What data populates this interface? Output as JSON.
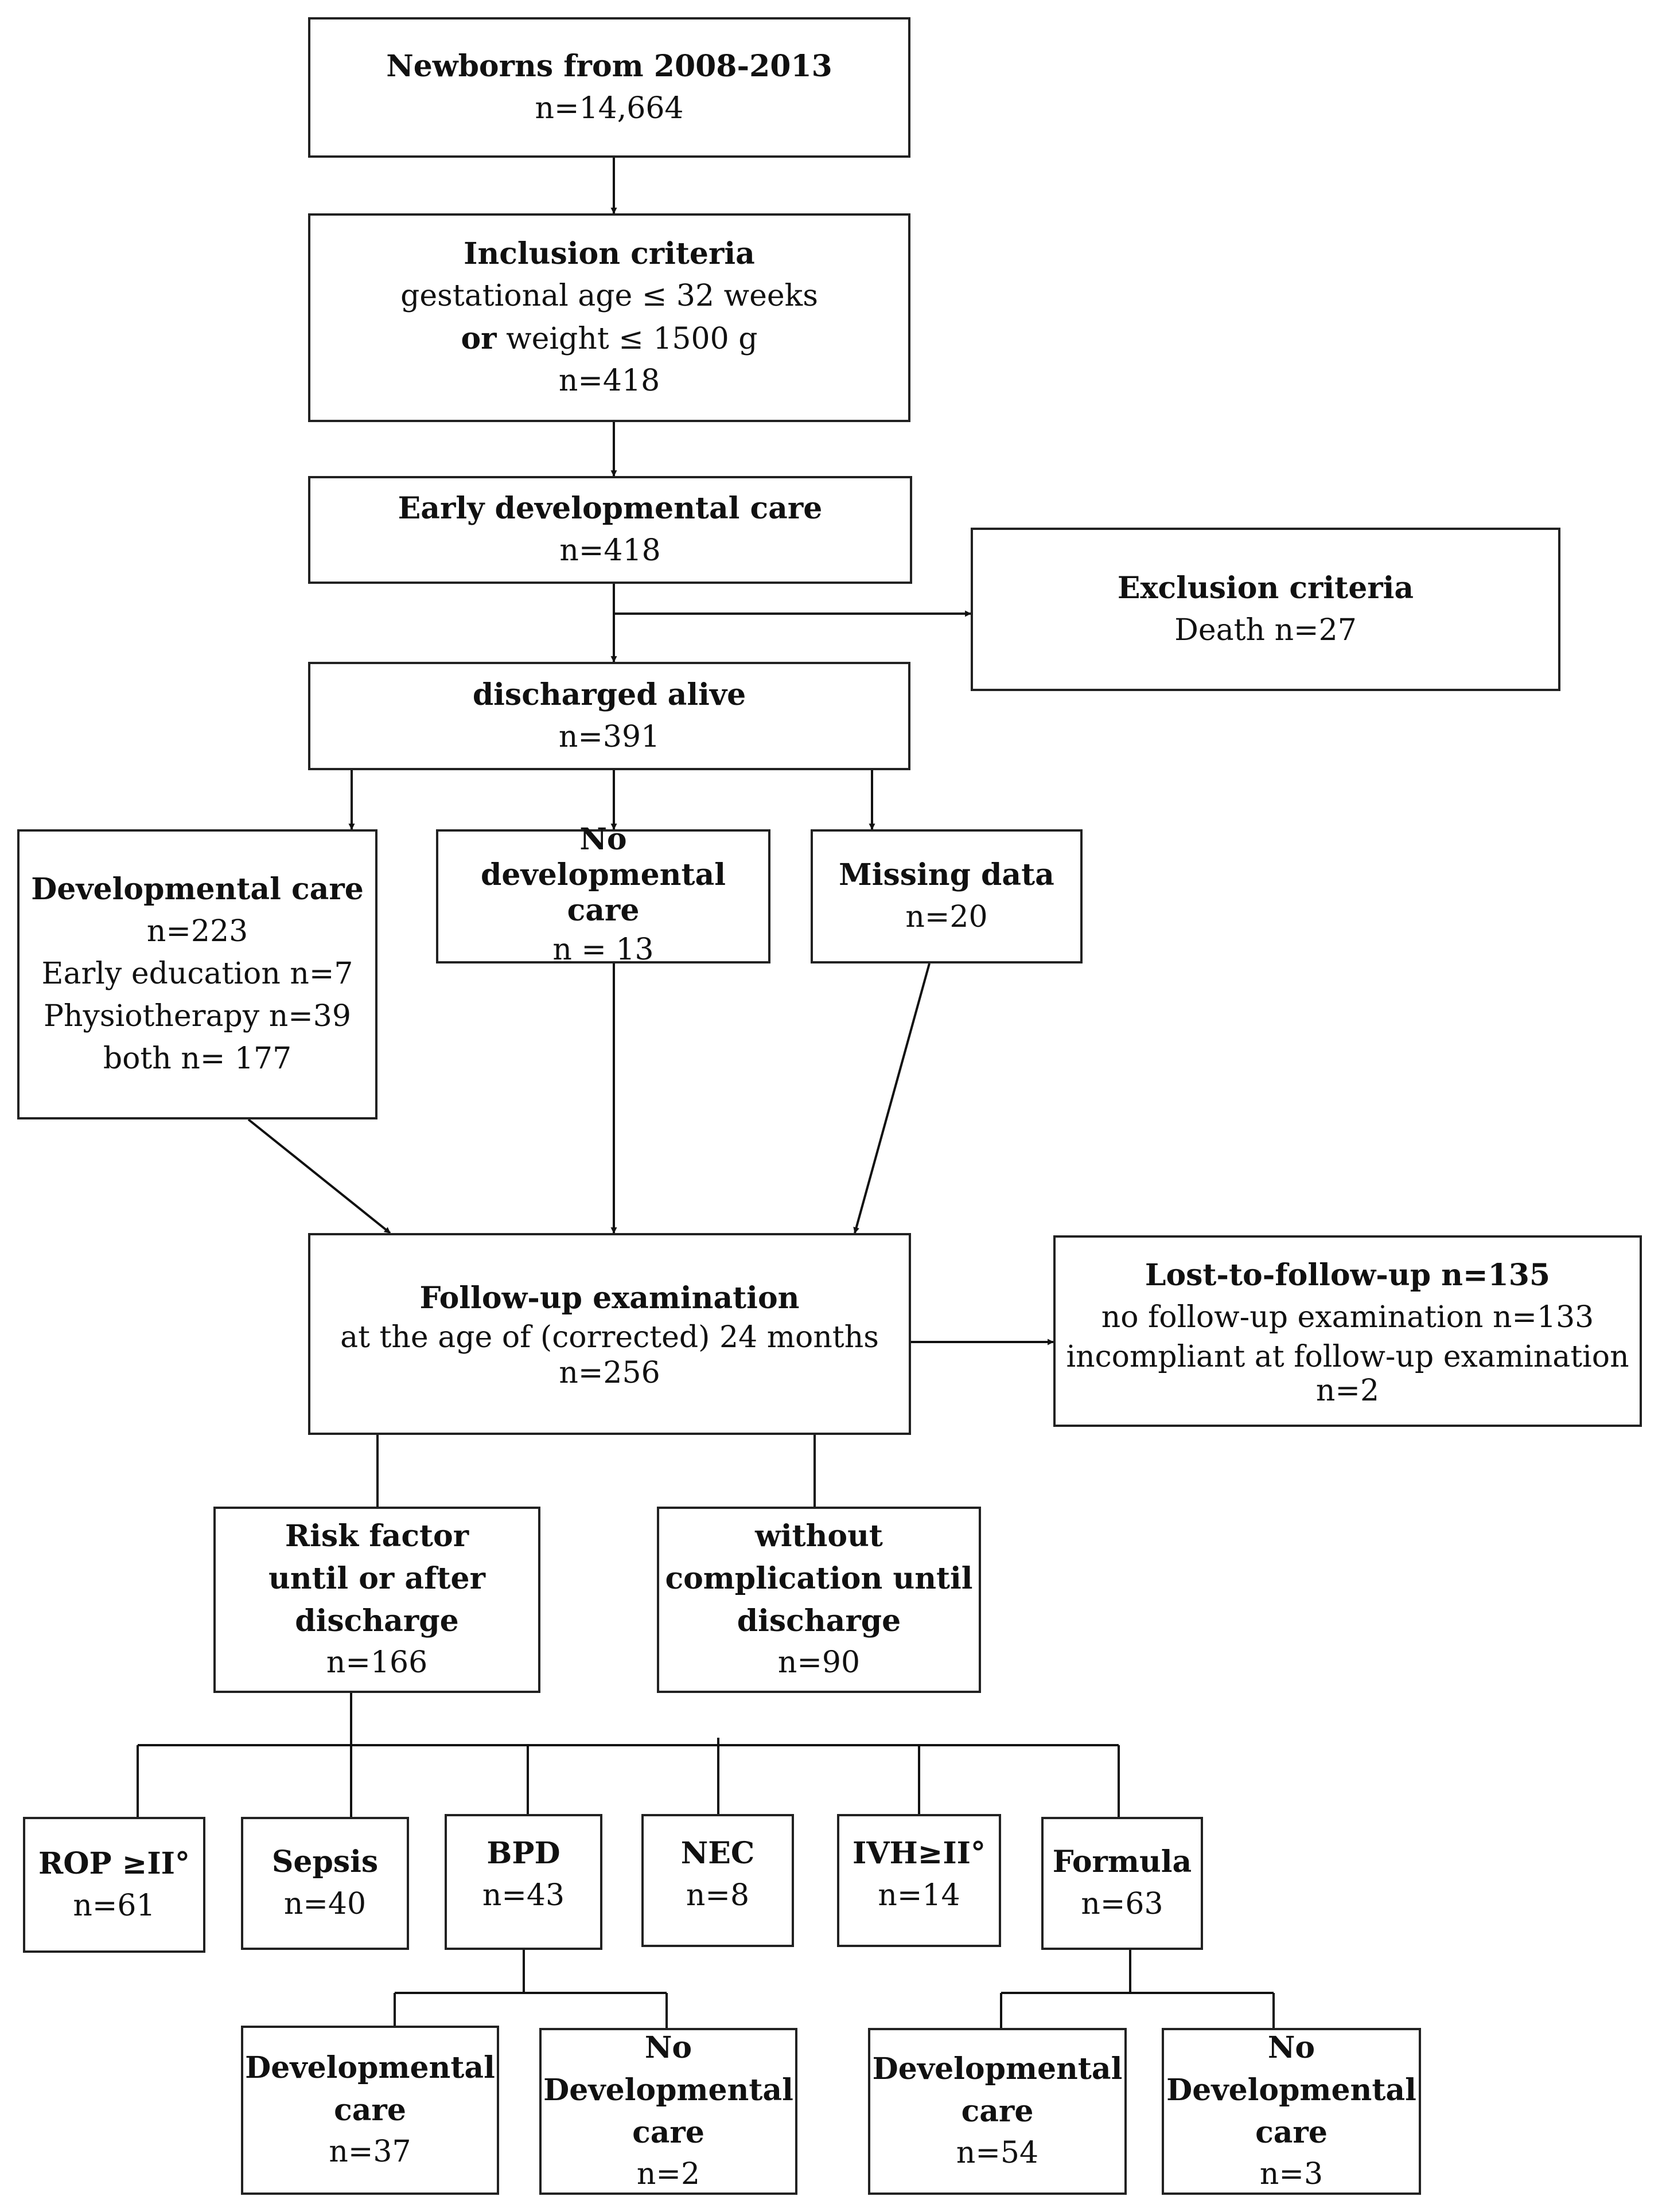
{
  "nodes": {
    "newborns": {
      "title": "Newborns from 2008-2013",
      "n": "n=14,664"
    },
    "inclusion": {
      "title": "Inclusion criteria",
      "line1": "gestational age ≤ 32 weeks",
      "or_word": "or",
      "line2_rest": " weight ≤ 1500 g",
      "n": "n=418"
    },
    "early_dev": {
      "title": "Early developmental care",
      "n": "n=418"
    },
    "exclusion": {
      "title": "Exclusion criteria",
      "line1": "Death n=27"
    },
    "discharged": {
      "title": "discharged alive",
      "n": "n=391"
    },
    "dev_care": {
      "title": "Developmental care",
      "n": "n=223",
      "line1": "Early education n=7",
      "line2": "Physiotherapy n=39",
      "line3": "both n= 177"
    },
    "no_dev_care": {
      "title": "No developmental care",
      "n": "n = 13"
    },
    "missing": {
      "title": "Missing data",
      "n": "n=20"
    },
    "followup": {
      "title": "Follow-up examination",
      "line1": "at the age of (corrected) 24 months",
      "n": "n=256"
    },
    "lost": {
      "title": "Lost-to-follow-up  n=135",
      "line1": "no follow-up examination n=133",
      "line2": "incompliant at follow-up examination",
      "n": "n=2"
    },
    "risk": {
      "title": "Risk factor  until or after discharge",
      "n": "n=166"
    },
    "without": {
      "title": "without complication until discharge",
      "n": "n=90"
    },
    "rop": {
      "title": "ROP ≥II°",
      "n": "n=61"
    },
    "sepsis": {
      "title": "Sepsis",
      "n": "n=40"
    },
    "bpd": {
      "title": "BPD",
      "n": "n=43"
    },
    "nec": {
      "title": "NEC",
      "n": "n=8"
    },
    "ivh": {
      "title": "IVH≥II°",
      "n": "n=14"
    },
    "formula": {
      "title": "Formula",
      "n": "n=63"
    },
    "bpd_dev": {
      "title": "Developmental care",
      "n": "n=37"
    },
    "bpd_nodev": {
      "title": "No Developmental care",
      "n": "n=2"
    },
    "formula_dev": {
      "title": "Developmental care",
      "n": "n=54"
    },
    "formula_nodev": {
      "title": "No Developmental care",
      "n": "n=3"
    }
  }
}
